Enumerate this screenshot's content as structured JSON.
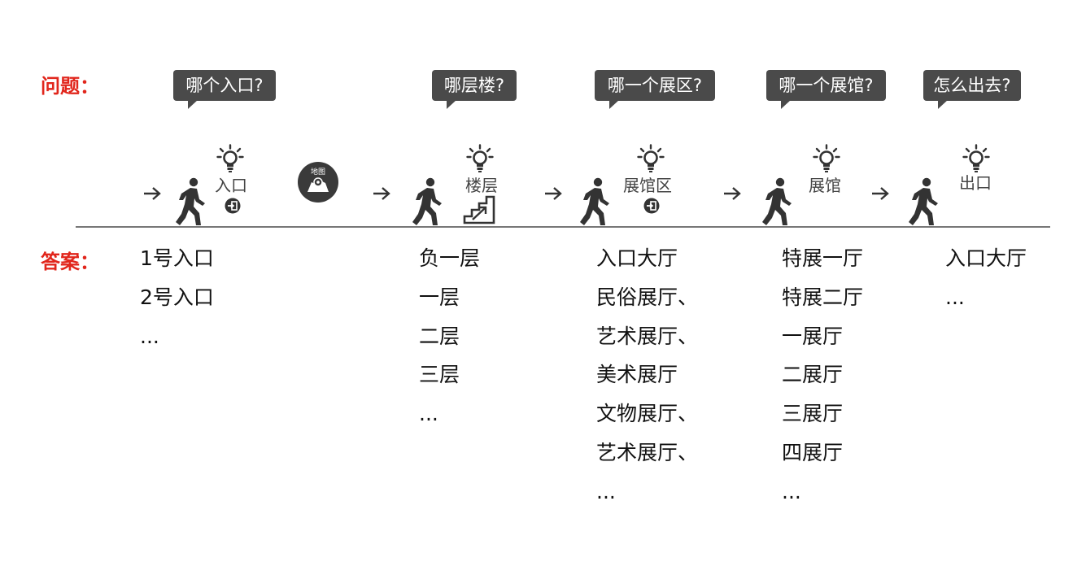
{
  "labels": {
    "question": "问题：",
    "answer": "答案："
  },
  "steps": [
    {
      "question": "哪个入口?",
      "label": "入口",
      "answers": [
        "1号入口",
        "2号入口",
        "..."
      ]
    },
    {
      "question": "哪层楼?",
      "label": "楼层",
      "answers": [
        "负一层",
        "一层",
        "二层",
        "三层",
        "..."
      ]
    },
    {
      "question": "哪一个展区?",
      "label": "展馆区",
      "answers": [
        "入口大厅",
        "民俗展厅、",
        "艺术展厅、",
        "美术展厅",
        "文物展厅、",
        "艺术展厅、",
        "..."
      ]
    },
    {
      "question": "哪一个展馆?",
      "label": "展馆",
      "answers": [
        "特展一厅",
        "特展二厅",
        "一展厅",
        "二展厅",
        "三展厅",
        "四展厅",
        "..."
      ]
    },
    {
      "question": "怎么出去?",
      "label": "出口",
      "answers": [
        "入口大厅",
        "..."
      ]
    }
  ],
  "map_badge": {
    "text": "地图"
  },
  "colors": {
    "accent": "#e1261c",
    "bubble": "#4a4a4a",
    "icon": "#333333",
    "line": "#777777"
  },
  "icons": [
    "arrow-right-icon",
    "walking-person-icon",
    "lightbulb-icon",
    "exit-door-icon",
    "stairs-icon",
    "map-icon"
  ]
}
